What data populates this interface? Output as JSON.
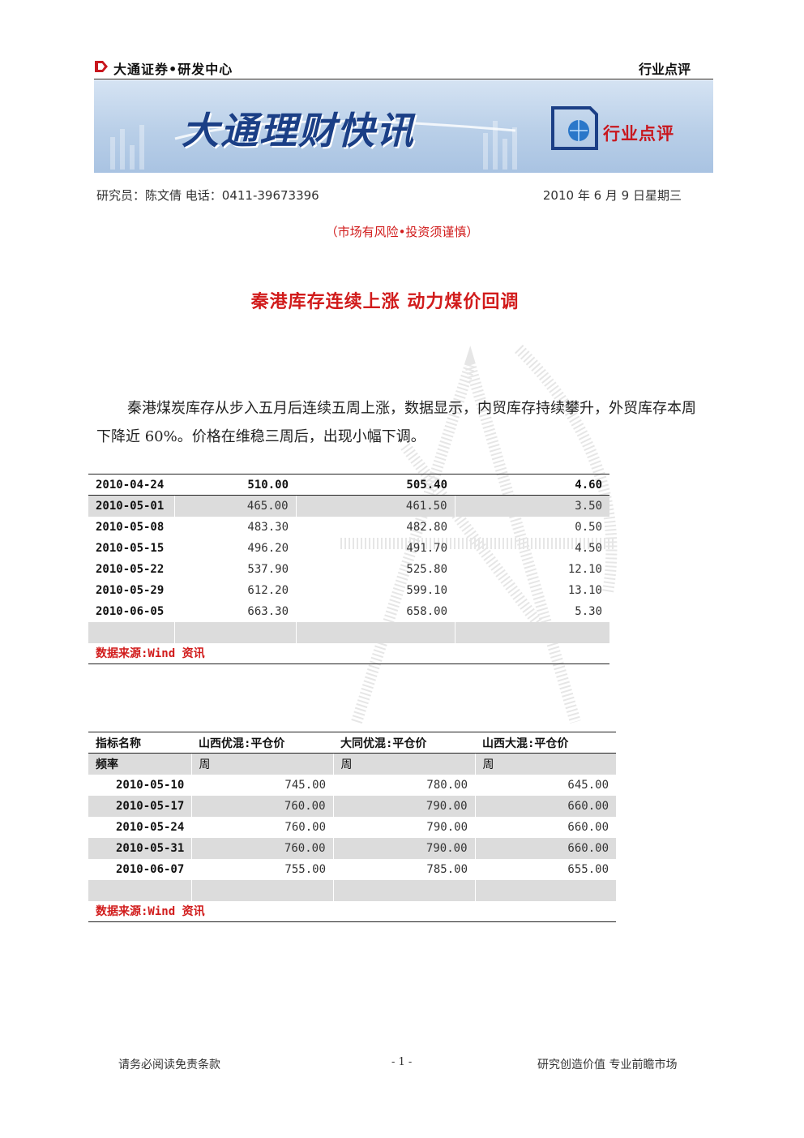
{
  "header": {
    "org": "大通证券•研发中心",
    "doc_type": "行业点评",
    "banner_title": "大通理财快讯",
    "banner_tag": "行业点评"
  },
  "meta": {
    "researcher": "研究员：陈文倩 电话：0411-39673396",
    "date": "2010 年 6 月 9 日星期三"
  },
  "risk_notice": "（市场有风险•投资须谨慎）",
  "title": "秦港库存连续上涨 动力煤价回调",
  "paragraph": "秦港煤炭库存从步入五月后连续五周上涨，数据显示，内贸库存持续攀升，外贸库存本周下降近 60%。价格在维稳三周后，出现小幅下调。",
  "table1": {
    "rows": [
      [
        "2010-04-24",
        "510.00",
        "505.40",
        "4.60"
      ],
      [
        "2010-05-01",
        "465.00",
        "461.50",
        "3.50"
      ],
      [
        "2010-05-08",
        "483.30",
        "482.80",
        "0.50"
      ],
      [
        "2010-05-15",
        "496.20",
        "491.70",
        "4.50"
      ],
      [
        "2010-05-22",
        "537.90",
        "525.80",
        "12.10"
      ],
      [
        "2010-05-29",
        "612.20",
        "599.10",
        "13.10"
      ],
      [
        "2010-06-05",
        "663.30",
        "658.00",
        "5.30"
      ]
    ],
    "source": "数据来源:Wind 资讯"
  },
  "table2": {
    "headers": [
      "指标名称",
      "山西优混:平仓价",
      "大同优混:平仓价",
      "山西大混:平仓价"
    ],
    "freq": [
      "频率",
      "周",
      "周",
      "周"
    ],
    "rows": [
      [
        "2010-05-10",
        "745.00",
        "780.00",
        "645.00"
      ],
      [
        "2010-05-17",
        "760.00",
        "790.00",
        "660.00"
      ],
      [
        "2010-05-24",
        "760.00",
        "790.00",
        "660.00"
      ],
      [
        "2010-05-31",
        "760.00",
        "790.00",
        "660.00"
      ],
      [
        "2010-06-07",
        "755.00",
        "785.00",
        "655.00"
      ]
    ],
    "source": "数据来源:Wind 资讯"
  },
  "footer": {
    "left": "请务必阅读免责条款",
    "page": "- 1 -",
    "right": "研究创造价值 专业前瞻市场"
  },
  "colors": {
    "accent_red": "#d11b1b",
    "banner_blue": "#1b3f86",
    "row_shade": "#dcdcdc"
  }
}
